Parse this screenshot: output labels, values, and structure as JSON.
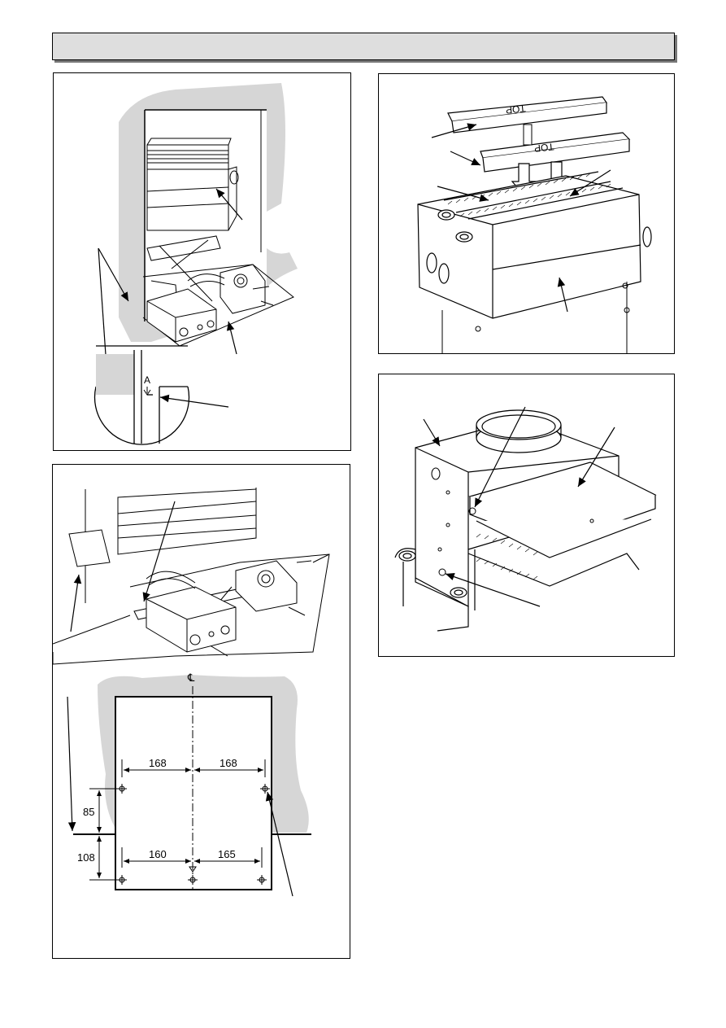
{
  "header": {
    "title": ""
  },
  "figure1": {
    "detail_label": "A"
  },
  "figure2": {
    "baffle_top_label": "TOP",
    "baffle_bottom_label": "TOP"
  },
  "figure3": {
    "centreline_symbol": "℄",
    "dims": {
      "top_left": "168",
      "top_right": "168",
      "bottom_left": "160",
      "bottom_right": "165",
      "upper_vertical": "85",
      "lower_vertical": "108"
    }
  },
  "colors": {
    "wall_grey": "#d6d6d6",
    "header_grey": "#dedede",
    "line": "#000000"
  }
}
